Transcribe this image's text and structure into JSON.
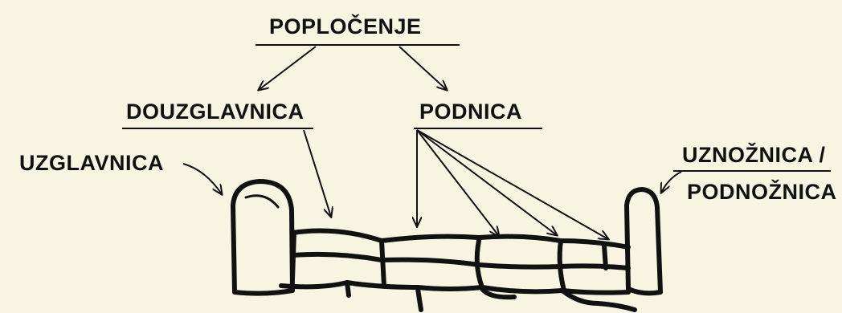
{
  "labels": {
    "root": "POPLOČENJE",
    "douzglavnica": "DOUZGLAVNICA",
    "podnica": "PODNICA",
    "uzglavnica": "UZGLAVNICA",
    "uznoznica_line1": "UZNOŽNICA /",
    "uznoznica_line2": "PODNOŽNICA"
  },
  "colors": {
    "background": "#f8f4e2",
    "ink": "#111111"
  }
}
